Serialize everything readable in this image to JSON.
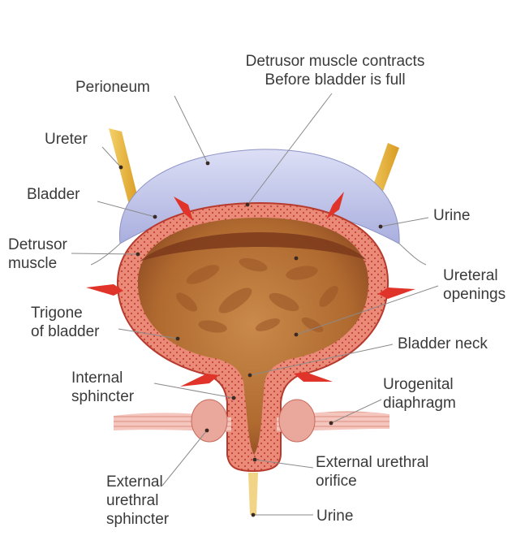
{
  "labels": {
    "detrusor_contracts_1": "Detrusor muscle contracts",
    "detrusor_contracts_2": "Before bladder is full",
    "perioneum": "Perioneum",
    "ureter": "Ureter",
    "bladder": "Bladder",
    "detrusor_muscle_1": "Detrusor",
    "detrusor_muscle_2": "muscle",
    "trigone_1": "Trigone",
    "trigone_2": "of bladder",
    "internal_sphincter_1": "Internal",
    "internal_sphincter_2": "sphincter",
    "external_urethral_sphincter_1": "External",
    "external_urethral_sphincter_2": "urethral",
    "external_urethral_sphincter_3": "sphincter",
    "urine_top": "Urine",
    "ureteral_openings_1": "Ureteral",
    "ureteral_openings_2": "openings",
    "bladder_neck": "Bladder neck",
    "urogenital_1": "Urogenital",
    "urogenital_2": "diaphragm",
    "external_orifice_1": "External urethral",
    "external_orifice_2": "orifice",
    "urine_bottom": "Urine"
  },
  "colors": {
    "peritoneum": "#c4c8ec",
    "wall": "#e77a68",
    "wall_edge": "#c9473a",
    "urine": "#b86f34",
    "urine_dark": "#8a4220",
    "ureter": "#e8b43a",
    "arrow": "#e0342a",
    "diaphragm": "#f2b9b0"
  }
}
